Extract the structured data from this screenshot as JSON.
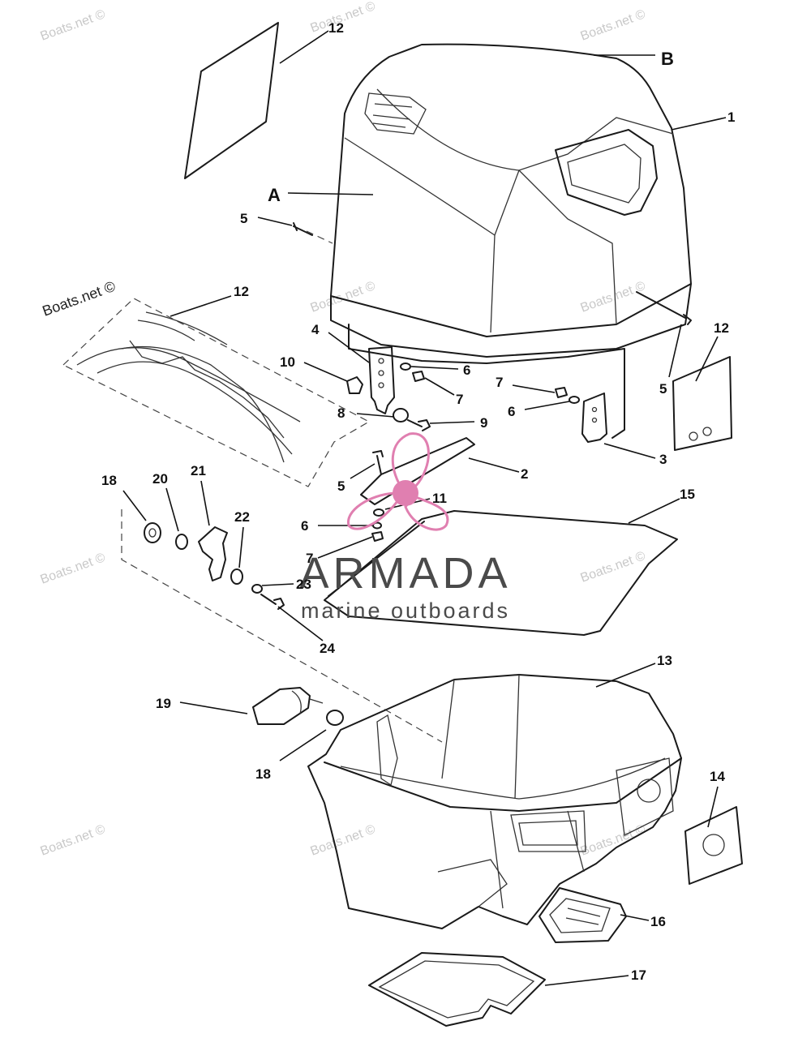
{
  "callouts": {
    "c1": "1",
    "c2": "2",
    "c3": "3",
    "c4": "4",
    "c5a": "5",
    "c5b": "5",
    "c5c": "5",
    "c6a": "6",
    "c6b": "6",
    "c6c": "6",
    "c7a": "7",
    "c7b": "7",
    "c7c": "7",
    "c8": "8",
    "c9": "9",
    "c10": "10",
    "c11": "11",
    "c12a": "12",
    "c12b": "12",
    "c12c": "12",
    "c13": "13",
    "c14": "14",
    "c15": "15",
    "c16": "16",
    "c17": "17",
    "c18a": "18",
    "c18b": "18",
    "c19": "19",
    "c20": "20",
    "c21": "21",
    "c22": "22",
    "c23": "23",
    "c24": "24",
    "letter_a": "A",
    "letter_b": "B"
  },
  "watermark": {
    "text": "Boats.net ©"
  },
  "logo": {
    "name": "ARMADA",
    "tagline": "marine outboards",
    "accent_color": "#e07fb0",
    "text_color": "#4a4a4a"
  }
}
